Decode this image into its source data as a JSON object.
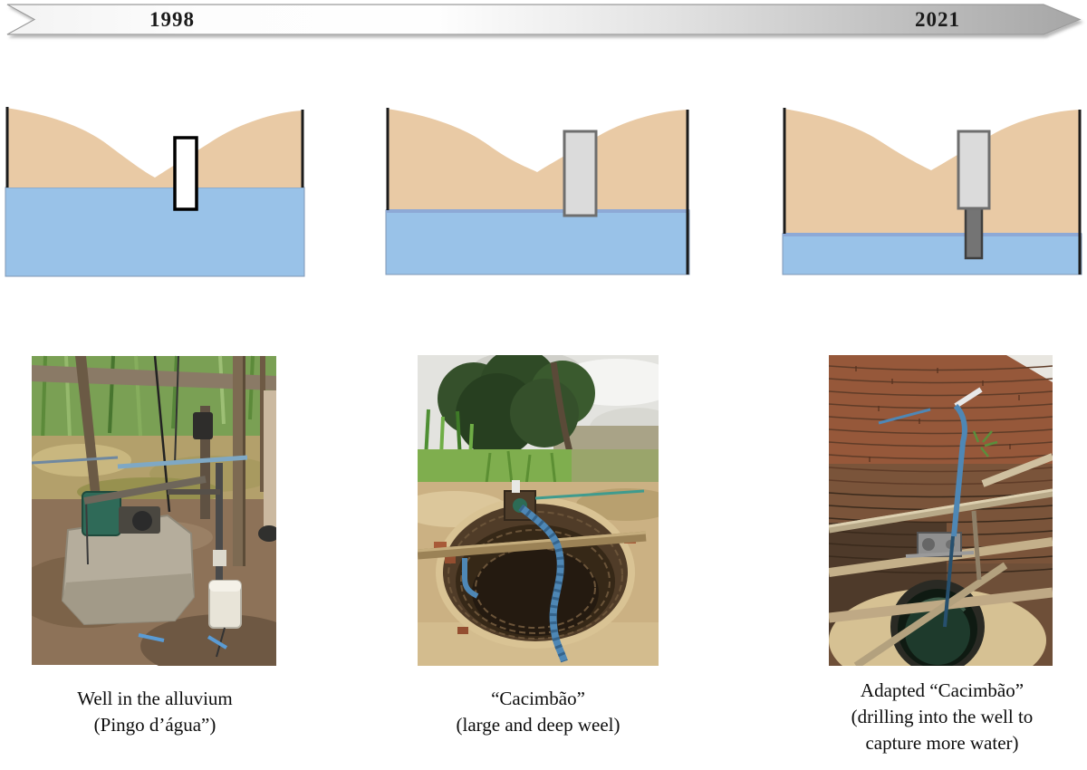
{
  "timeline": {
    "start_year": "1998",
    "end_year": "2021"
  },
  "diagrams": [
    {
      "name": "schematic-1998",
      "well": "narrow cased well reaching shallow water table"
    },
    {
      "name": "schematic-intermediate",
      "well": "wide cacimbao well reaching lowered water table"
    },
    {
      "name": "schematic-2021",
      "well": "wide well with drilled extension into deeper water table"
    }
  ],
  "photos": [
    {
      "name": "well-in-alluvium-photo",
      "depicts": "pump on concrete block among vegetation"
    },
    {
      "name": "cacimbao-photo",
      "depicts": "large open brick-lined dug well with blue hose"
    },
    {
      "name": "adapted-cacimbao-photo",
      "depicts": "inside brick well with drilled hole at bottom"
    }
  ],
  "captions": [
    {
      "lines": [
        "Well in the alluvium",
        "(Pingo d’água”)"
      ]
    },
    {
      "lines": [
        "“Cacimbão”",
        "(large and deep weel)"
      ]
    },
    {
      "lines": [
        "Adapted “Cacimbão”",
        "(drilling into the well to",
        "capture more water)"
      ]
    }
  ],
  "colors": {
    "sediment_tan": "#E9CAA5",
    "water_blue": "#99C2E8",
    "water_line_blue": "#8DA9D6",
    "well_1998_fill": "#FFFFFF",
    "well_1998_outline": "#000000",
    "well_casing_gray": "#DBDBDB",
    "well_casing_border": "#6E6E6E",
    "drilled_extension_gray": "#747474",
    "timeline_gradient_start": "#FFFFFF",
    "timeline_gradient_end": "#A8A8A8"
  }
}
